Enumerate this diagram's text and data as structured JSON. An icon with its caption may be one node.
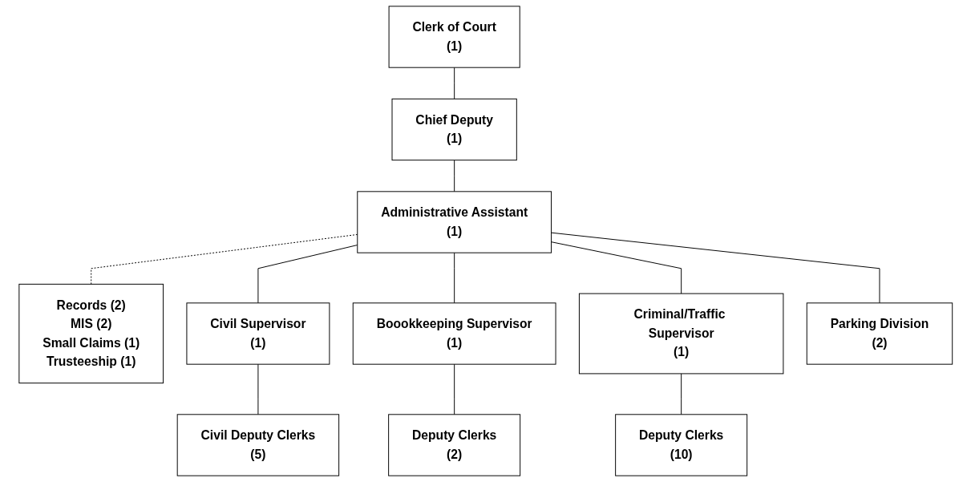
{
  "diagram": {
    "nodes": [
      {
        "text": [
          "Clerk of Court",
          "(1)"
        ]
      },
      {
        "text": [
          "Chief Deputy",
          "(1)"
        ]
      },
      {
        "text": [
          "Administrative Assistant",
          "(1)"
        ]
      },
      {
        "text": [
          "Records (2)",
          "MIS (2)",
          "Small Claims (1)",
          "Trusteeship (1)"
        ]
      },
      {
        "text": [
          "Civil Supervisor",
          "(1)"
        ]
      },
      {
        "text": [
          "Boookkeeping Supervisor",
          "(1)"
        ]
      },
      {
        "text": [
          "Criminal/Traffic Supervisor",
          "(1)"
        ]
      },
      {
        "text": [
          "Parking Division",
          "(2)"
        ]
      },
      {
        "text": [
          "Civil Deputy Clerks",
          "(5)"
        ]
      },
      {
        "text": [
          "Deputy Clerks",
          "(2)"
        ]
      },
      {
        "text": [
          "Deputy Clerks",
          "(10)"
        ]
      }
    ],
    "edges": [
      {
        "from": 0,
        "to": 1,
        "arrow": "none"
      },
      {
        "from": 1,
        "to": 2,
        "arrow": "none"
      },
      {
        "from": 2,
        "to": 3,
        "arrow": "none",
        "style": "dashed"
      },
      {
        "from": 2,
        "to": 4,
        "arrow": "none"
      },
      {
        "from": 2,
        "to": 5,
        "arrow": "none"
      },
      {
        "from": 2,
        "to": 6,
        "arrow": "none"
      },
      {
        "from": 2,
        "to": 7,
        "arrow": "none"
      },
      {
        "from": 4,
        "to": 8,
        "arrow": "none"
      },
      {
        "from": 5,
        "to": 9,
        "arrow": "none"
      },
      {
        "from": 6,
        "to": 10,
        "arrow": "none"
      }
    ]
  }
}
